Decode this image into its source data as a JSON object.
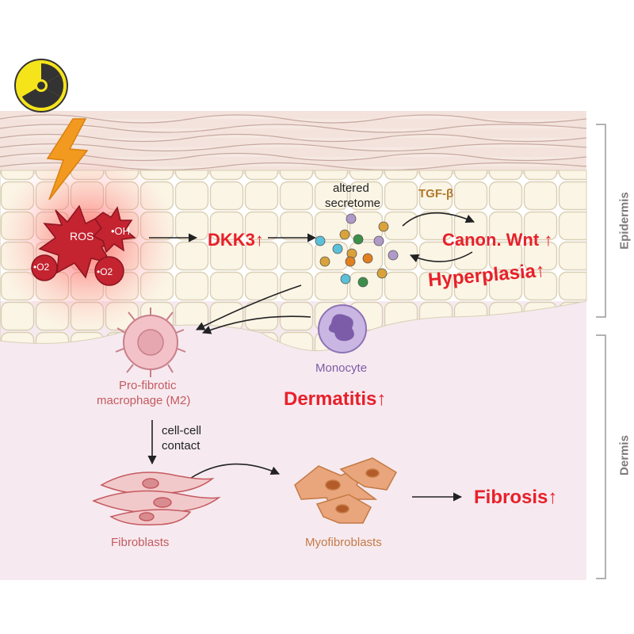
{
  "labels": {
    "ros": "ROS",
    "oh": "•OH",
    "o2": "•O2",
    "o2_2": "•O2",
    "dkk3": "DKK3",
    "altered": "altered",
    "secretome": "secretome",
    "tgfb": "TGF-β",
    "canon_wnt": "Canon. Wnt",
    "hyperplasia": "Hyperplasia",
    "monocyte": "Monocyte",
    "pro_fibrotic_1": "Pro-fibrotic",
    "pro_fibrotic_2": "macrophage (M2)",
    "dermatitis": "Dermatitis",
    "cell_contact_1": "cell-cell",
    "cell_contact_2": "contact",
    "fibroblasts": "Fibroblasts",
    "myofibroblasts": "Myofibroblasts",
    "fibrosis": "Fibrosis",
    "epidermis": "Epidermis",
    "dermis": "Dermis",
    "up": "↑"
  },
  "colors": {
    "red": "#e8202a",
    "purple": "#7c5ca8",
    "brown": "#b0782a",
    "tan": "#f7efd9",
    "dermis": "#f5e9ef",
    "fibro": "#c45a5f",
    "myo": "#c47a45"
  },
  "icons": [
    "radiation-icon",
    "lightning-icon",
    "ros-burst-icon",
    "macrophage-icon",
    "monocyte-icon",
    "fibroblast-icon",
    "myofibroblast-icon"
  ]
}
